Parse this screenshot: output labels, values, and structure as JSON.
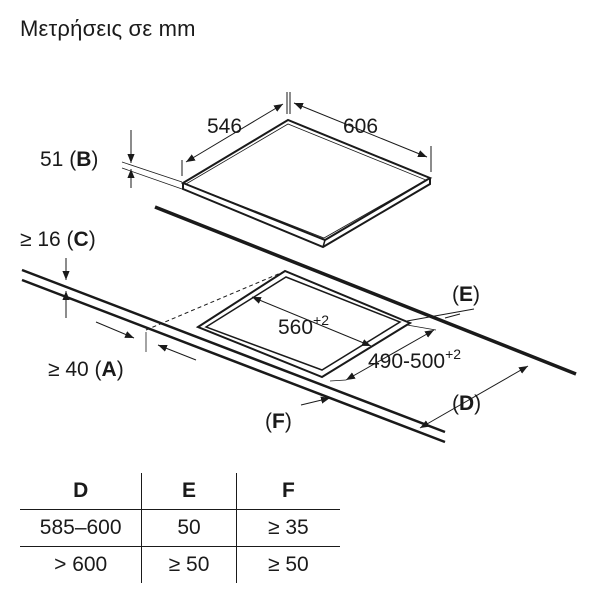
{
  "caption": "Μετρήσεις σε mm",
  "labels": {
    "width": "546",
    "depth": "606",
    "thickness": "51",
    "letter_b": "B",
    "offset_c": "≥ 16",
    "letter_c": "C",
    "offset_a": "≥ 40",
    "letter_a": "A",
    "cutout_width": "560",
    "cutout_width_tol": "+2",
    "cutout_depth": "490-500",
    "cutout_depth_tol": "+2",
    "letter_d": "D",
    "letter_e": "E",
    "letter_f": "F"
  },
  "table": {
    "headers": [
      "D",
      "E",
      "F"
    ],
    "rows": [
      [
        "585–600",
        "50",
        "≥ 35"
      ],
      [
        "> 600",
        "≥ 50",
        "≥ 50"
      ]
    ]
  }
}
